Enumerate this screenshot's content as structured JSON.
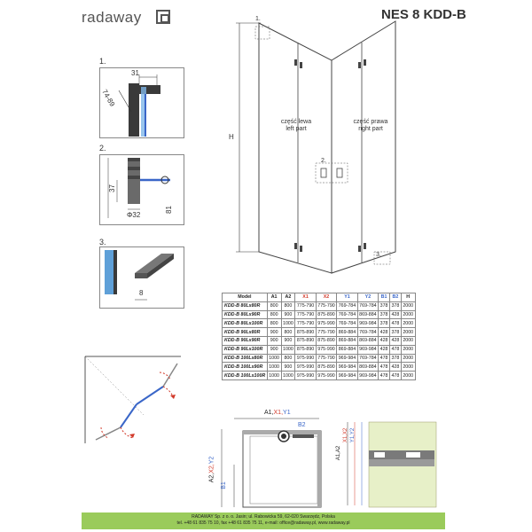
{
  "header": {
    "brand": "radaway",
    "model": "NES 8 KDD-B"
  },
  "details": {
    "step1": {
      "num": "1.",
      "dim_width": "31",
      "dim_depth": "74-89"
    },
    "step2": {
      "num": "2.",
      "dim_height": "37",
      "dim_total": "81",
      "dim_diameter": "Φ32"
    },
    "step3": {
      "num": "3.",
      "dim_width": "8"
    }
  },
  "front_view": {
    "marker1": "1.",
    "marker2": "2.",
    "marker3": "3.",
    "height_label": "H",
    "left_pl": "część lewa",
    "left_en": "left part",
    "right_pl": "część prawa",
    "right_en": "right part"
  },
  "table": {
    "headers": [
      "Model",
      "A1",
      "A2",
      "X1",
      "X2",
      "Y1",
      "Y2",
      "B1",
      "B2",
      "H"
    ],
    "header_colors": [
      "#222222",
      "#222222",
      "#222222",
      "#d23a2a",
      "#d23a2a",
      "#3a66c8",
      "#3a66c8",
      "#3a66c8",
      "#3a66c8",
      "#222222"
    ],
    "rows": [
      [
        "KDD-B 80Lx80R",
        "800",
        "800",
        "775-790",
        "775-790",
        "769-784",
        "769-784",
        "378",
        "378",
        "2000"
      ],
      [
        "KDD-B 80Lx90R",
        "800",
        "900",
        "775-790",
        "875-890",
        "769-784",
        "869-884",
        "378",
        "428",
        "2000"
      ],
      [
        "KDD-B 80Lx100R",
        "800",
        "1000",
        "775-790",
        "975-990",
        "769-784",
        "969-984",
        "378",
        "478",
        "2000"
      ],
      [
        "KDD-B 90Lx80R",
        "900",
        "800",
        "875-890",
        "775-790",
        "869-884",
        "769-784",
        "428",
        "378",
        "2000"
      ],
      [
        "KDD-B 90Lx90R",
        "900",
        "900",
        "875-890",
        "875-890",
        "869-884",
        "869-884",
        "428",
        "428",
        "2000"
      ],
      [
        "KDD-B 90Lx100R",
        "900",
        "1000",
        "875-890",
        "975-990",
        "869-884",
        "969-984",
        "428",
        "478",
        "2000"
      ],
      [
        "KDD-B 100Lx80R",
        "1000",
        "800",
        "975-990",
        "775-790",
        "969-984",
        "769-784",
        "478",
        "378",
        "2000"
      ],
      [
        "KDD-B 100Lx90R",
        "1000",
        "900",
        "975-990",
        "875-890",
        "969-984",
        "869-884",
        "478",
        "428",
        "2000"
      ],
      [
        "KDD-B 100Lx100R",
        "1000",
        "1000",
        "975-990",
        "975-990",
        "969-984",
        "969-984",
        "478",
        "478",
        "2000"
      ]
    ]
  },
  "plan_view": {
    "a1x1y1_a1": "A1,",
    "a1x1y1_x1": "X1,",
    "a1x1y1_y1": "Y1",
    "b2": "B2",
    "a2x2y2_a2": "A2,",
    "a2x2y2_x2": "X2,",
    "a2x2y2_y2": "Y2",
    "b1": "B1"
  },
  "side_view": {
    "a1a2": "A1,A2",
    "x1x2": "X1,X2",
    "y1y2": "Y1,Y2"
  },
  "footer": {
    "line1": "RADAWAY Sp. z o. o. Jasin; ul. Rabowicka 59, 62-020 Swarzędz, Polska",
    "line2": "tel. +48 61 835 75 10, fax +48 61 835 75 11, e-mail: office@radaway.pl, www.radaway.pl"
  },
  "colors": {
    "red": "#d23a2a",
    "blue": "#3a66c8",
    "green_footer": "#9acb5b",
    "glass": "#5fa0d8"
  }
}
